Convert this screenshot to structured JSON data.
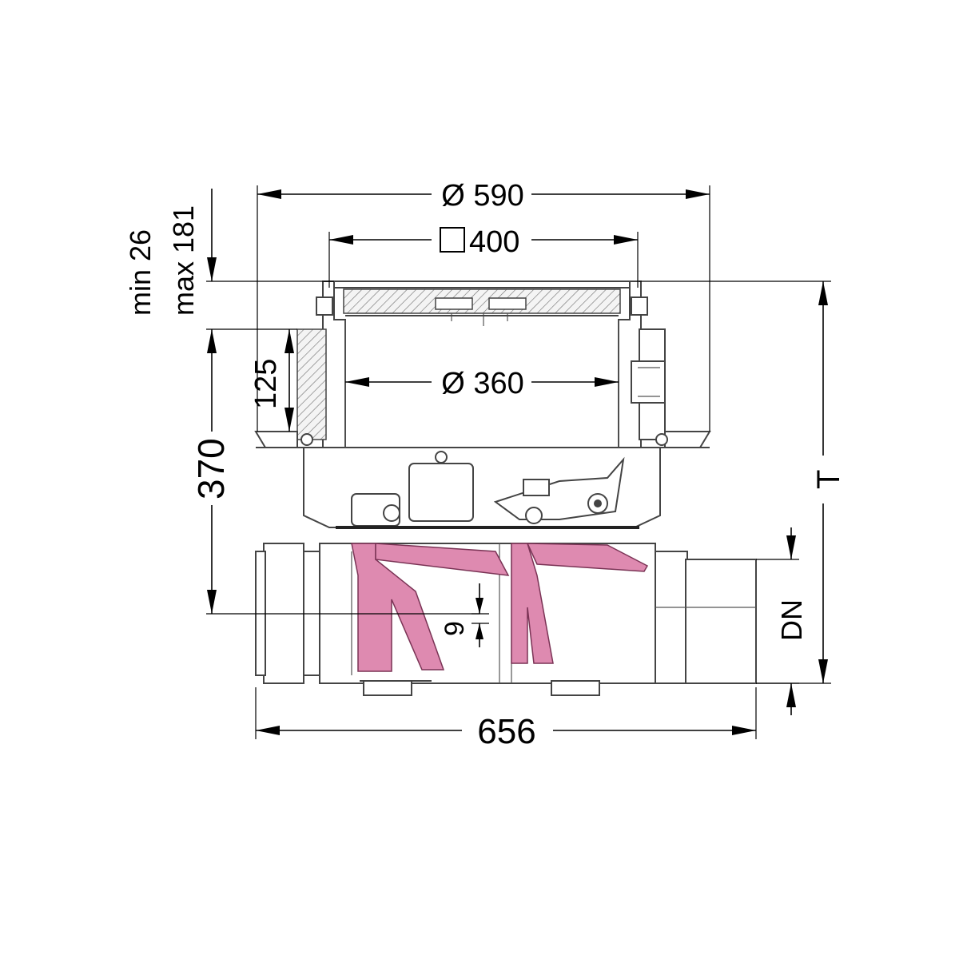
{
  "dimensions": {
    "outer_diameter": "Ø 590",
    "square_frame": "400",
    "inner_diameter": "Ø 360",
    "min_height": "min 26",
    "max_height": "max 181",
    "frame_height": "125",
    "total_height": "370",
    "depth": "T",
    "pipe_diameter": "DN",
    "flap_gap": "9",
    "length": "656"
  },
  "colors": {
    "flap": "#de8ab0",
    "line": "#444444"
  }
}
